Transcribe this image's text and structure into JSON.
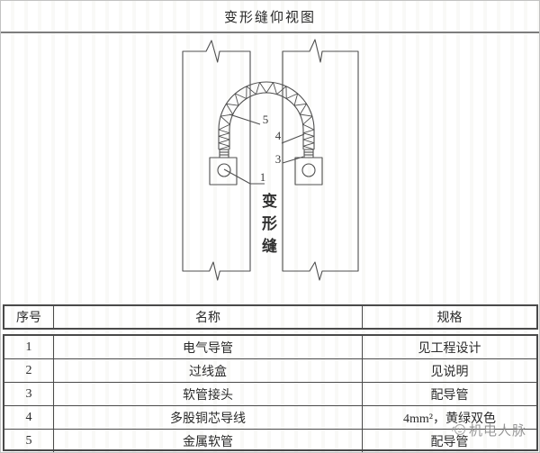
{
  "title": "变形缝仰视图",
  "diagram": {
    "joint_label": "变形缝",
    "callouts": {
      "c1": "1",
      "c3": "3",
      "c4": "4",
      "c5": "5"
    }
  },
  "table": {
    "headers": [
      "序号",
      "名称",
      "规格"
    ],
    "rows": [
      {
        "no": "1",
        "name": "电气导管",
        "spec": "见工程设计"
      },
      {
        "no": "2",
        "name": "过线盒",
        "spec": "见说明"
      },
      {
        "no": "3",
        "name": "软管接头",
        "spec": "配导管"
      },
      {
        "no": "4",
        "name": "多股铜芯导线",
        "spec": "4mm²，黄绿双色"
      },
      {
        "no": "5",
        "name": "金属软管",
        "spec": "配导管"
      }
    ]
  },
  "watermark": {
    "text": "机电人脉"
  },
  "colors": {
    "line": "#4f4f4f",
    "table_border": "#4a4a4a",
    "watermark": "#8d8d8d"
  }
}
